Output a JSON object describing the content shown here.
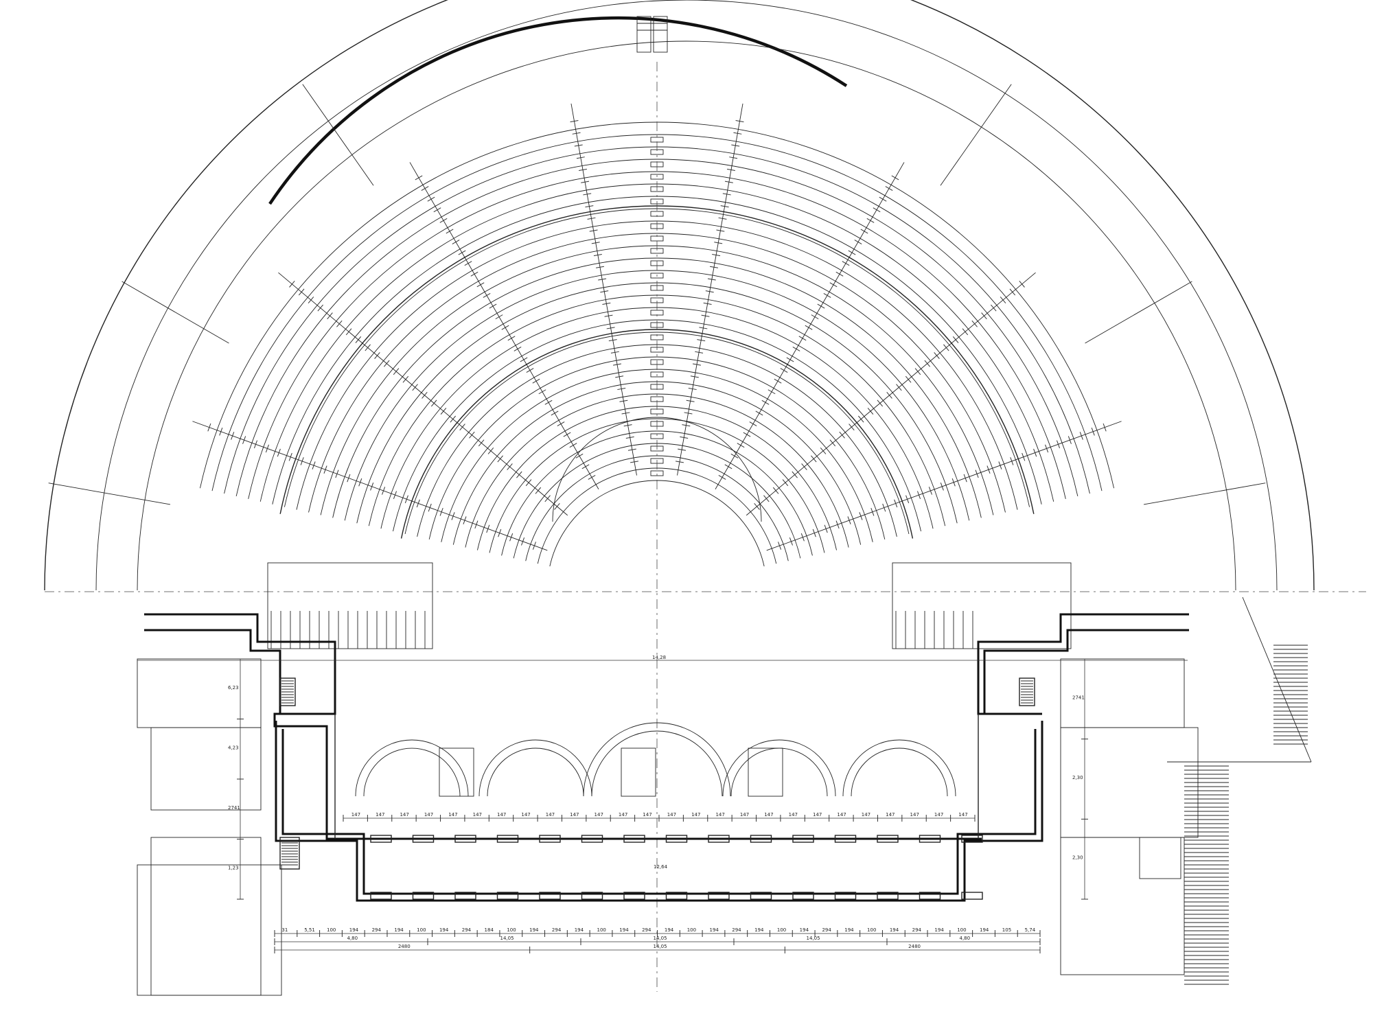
{
  "plan": {
    "arc_rows": 30,
    "centre_label": "14,28",
    "orchestra_label": "12,64",
    "dimensions": {
      "top_row": [
        "31",
        "5,51",
        "100",
        "194",
        "294",
        "194",
        "100",
        "194",
        "294",
        "184",
        "100",
        "194",
        "294",
        "194",
        "100",
        "194",
        "294",
        "194",
        "100",
        "194",
        "294",
        "194",
        "100",
        "194",
        "294",
        "194",
        "100",
        "194",
        "294",
        "194",
        "100",
        "194",
        "105",
        "5,74"
      ],
      "middle_row": [
        "4,80",
        "14,05",
        "14,05",
        "14,05",
        "4,80"
      ],
      "bottom_row": [
        "2480",
        "14,05",
        "2480"
      ],
      "colonnade_row": [
        "147",
        "147",
        "147",
        "147",
        "147",
        "147",
        "147",
        "147",
        "147",
        "147",
        "147",
        "147",
        "147",
        "147",
        "147",
        "147",
        "147",
        "147",
        "147",
        "147",
        "147",
        "147",
        "147",
        "147",
        "147",
        "147"
      ],
      "left_vertical": [
        "6,23",
        "4,23",
        "2741",
        "1,23"
      ],
      "right_vertical": [
        "2741",
        "2,30",
        "2,30"
      ]
    },
    "colors": {
      "ink": "#222222",
      "paper": "#ffffff"
    }
  }
}
